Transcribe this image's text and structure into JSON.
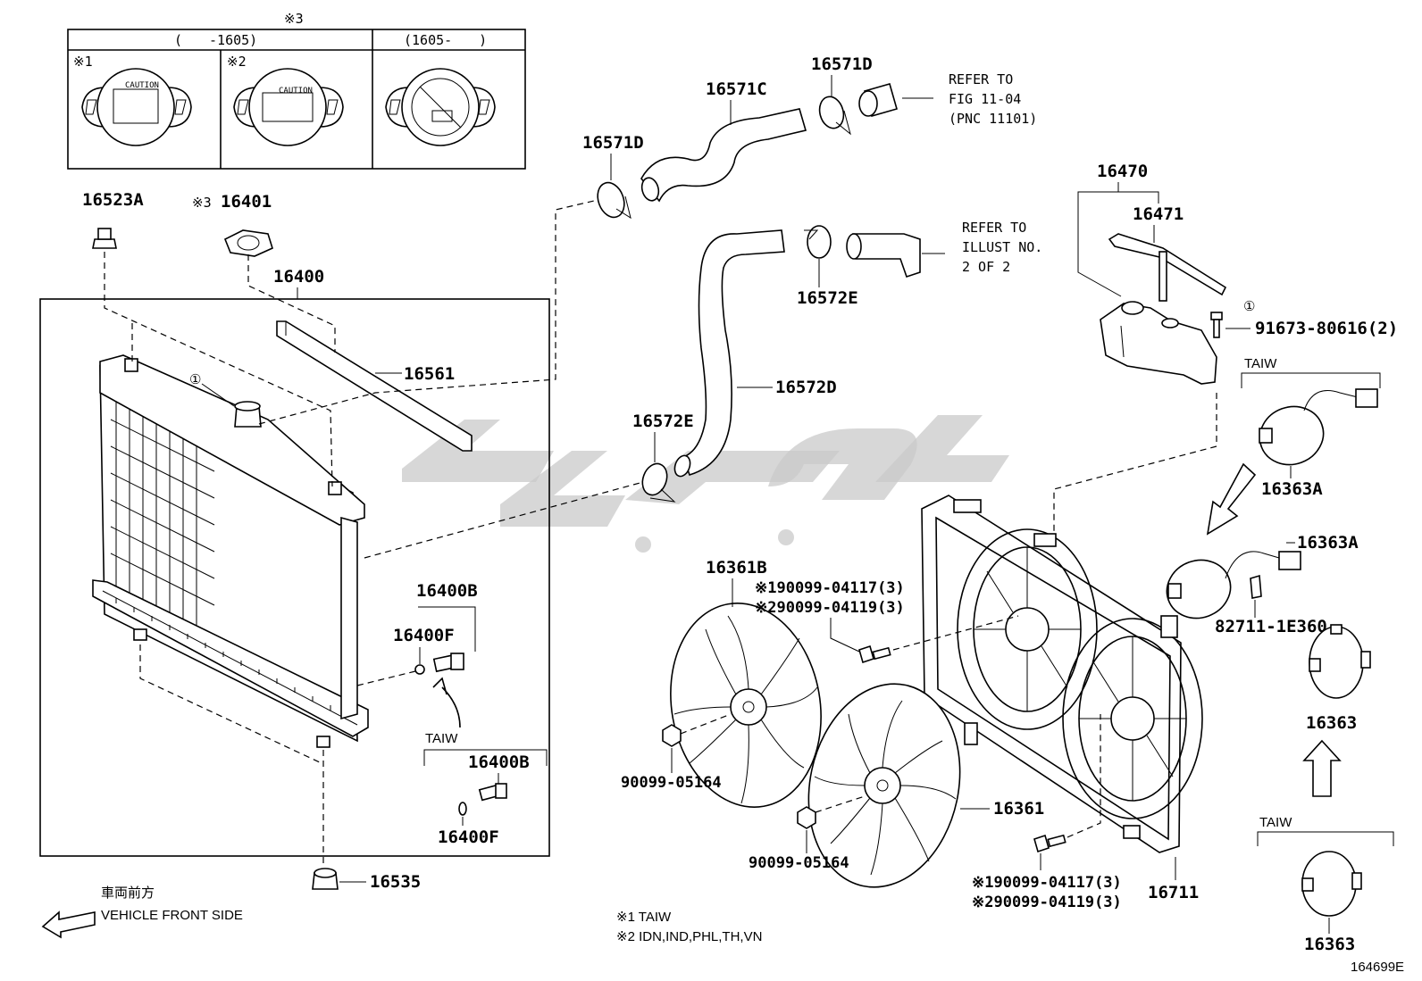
{
  "caps": {
    "group_mark": "※3",
    "col_left_range": "(　　-1605)",
    "col_right_range": "(1605-　　)",
    "note_1": "※1",
    "note_2": "※2",
    "caution_text": "CAUTION"
  },
  "labels": {
    "p16523A": "16523A",
    "p16401_prefix": "※3",
    "p16401": "16401",
    "p16400": "16400",
    "p16561": "16561",
    "p16571D_a": "16571D",
    "p16571C": "16571C",
    "p16571D_b": "16571D",
    "p16572E_a": "16572E",
    "p16572D": "16572D",
    "p16572E_b": "16572E",
    "p16470": "16470",
    "p16471": "16471",
    "p91673": "91673-80616(2)",
    "p16363A_a": "16363A",
    "p16363A_b": "16363A",
    "p82711": "82711-1E360",
    "p16363_a": "16363",
    "p16363_b": "16363",
    "p16361B": "16361B",
    "p16361": "16361",
    "p16711": "16711",
    "p90099_a": "90099-05164",
    "p90099_b": "90099-05164",
    "p16400B_a": "16400B",
    "p16400F_a": "16400F",
    "p16400B_b": "16400B",
    "p16400F_b": "16400F",
    "p16535": "16535",
    "bolt_a1": "※190099-04117(3)",
    "bolt_a2": "※290099-04119(3)",
    "bolt_b1": "※190099-04117(3)",
    "bolt_b2": "※290099-04119(3)",
    "circle_1": "①"
  },
  "refs": {
    "fig_l1": "REFER TO",
    "fig_l2": "FIG 11-04",
    "fig_l3": "(PNC 11101)",
    "ill_l1": "REFER TO",
    "ill_l2": "ILLUST NO.",
    "ill_l3": "2 OF 2"
  },
  "notes": {
    "taiw": "TAIW",
    "front_jp": "車両前方",
    "front_en": "VEHICLE FRONT SIDE",
    "foot_1": "※1 TAIW",
    "foot_2": "※2 IDN,IND,PHL,TH,VN",
    "diagram_id": "164699E"
  },
  "colors": {
    "line": "#000000",
    "watermark": "#c9c9c9",
    "background": "#ffffff"
  }
}
